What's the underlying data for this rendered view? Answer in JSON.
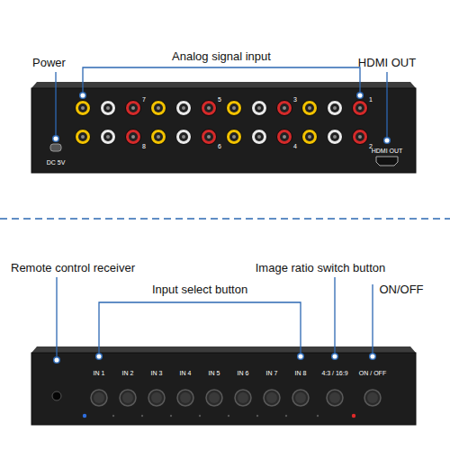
{
  "diagram": {
    "nodes": [
      {
        "text": [
          "DC 5V",
          "7",
          "5",
          "3",
          "1",
          "8",
          "6",
          "4",
          "2",
          "HDMI OUT"
        ]
      },
      {
        "text": [
          "IN 1",
          "IN 2",
          "IN 3",
          "IN 4",
          "IN 5",
          "IN 6",
          "IN 7",
          "IN 8",
          "4:3 / 16:9",
          "ON / OFF"
        ]
      }
    ],
    "labels": [
      "Power",
      "Analog signal input",
      "HDMI OUT",
      "Remote control receiver",
      "Input select button",
      "Image ratio switch button",
      "ON/OFF"
    ]
  }
}
